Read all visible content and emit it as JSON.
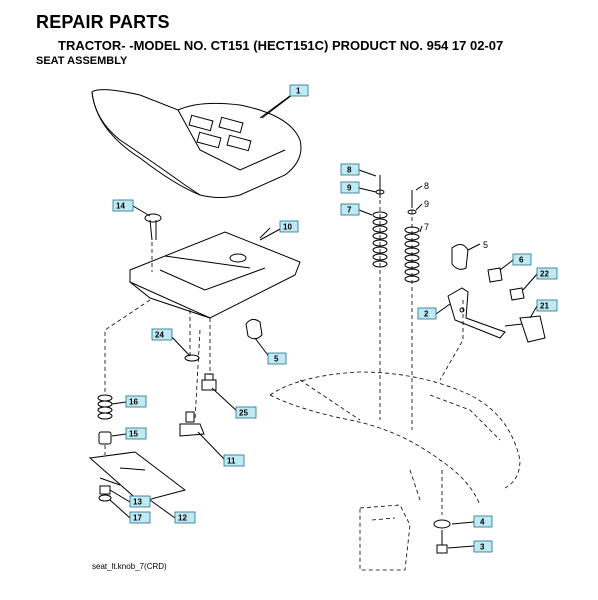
{
  "header": {
    "title": "REPAIR PARTS",
    "model_line": "TRACTOR- -MODEL NO. CT151 (HECT151C) PRODUCT NO. 954 17 02-07",
    "section": "SEAT ASSEMBLY"
  },
  "footer": {
    "filename": "seat_lt.knob_7(CRD)"
  },
  "callouts": {
    "c1": "1",
    "c10": "10",
    "c14": "14",
    "c24": "24",
    "c5a": "5",
    "c25": "25",
    "c16": "16",
    "c15": "15",
    "c11": "11",
    "c13": "13",
    "c17": "17",
    "c12": "12",
    "c8a": "8",
    "c9a": "9",
    "c7a": "7",
    "c8b": "8",
    "c9b": "9",
    "c7b": "7",
    "c5b": "5",
    "c6": "6",
    "c22": "22",
    "c2": "2",
    "c21": "21",
    "c4": "4",
    "c3": "3"
  }
}
